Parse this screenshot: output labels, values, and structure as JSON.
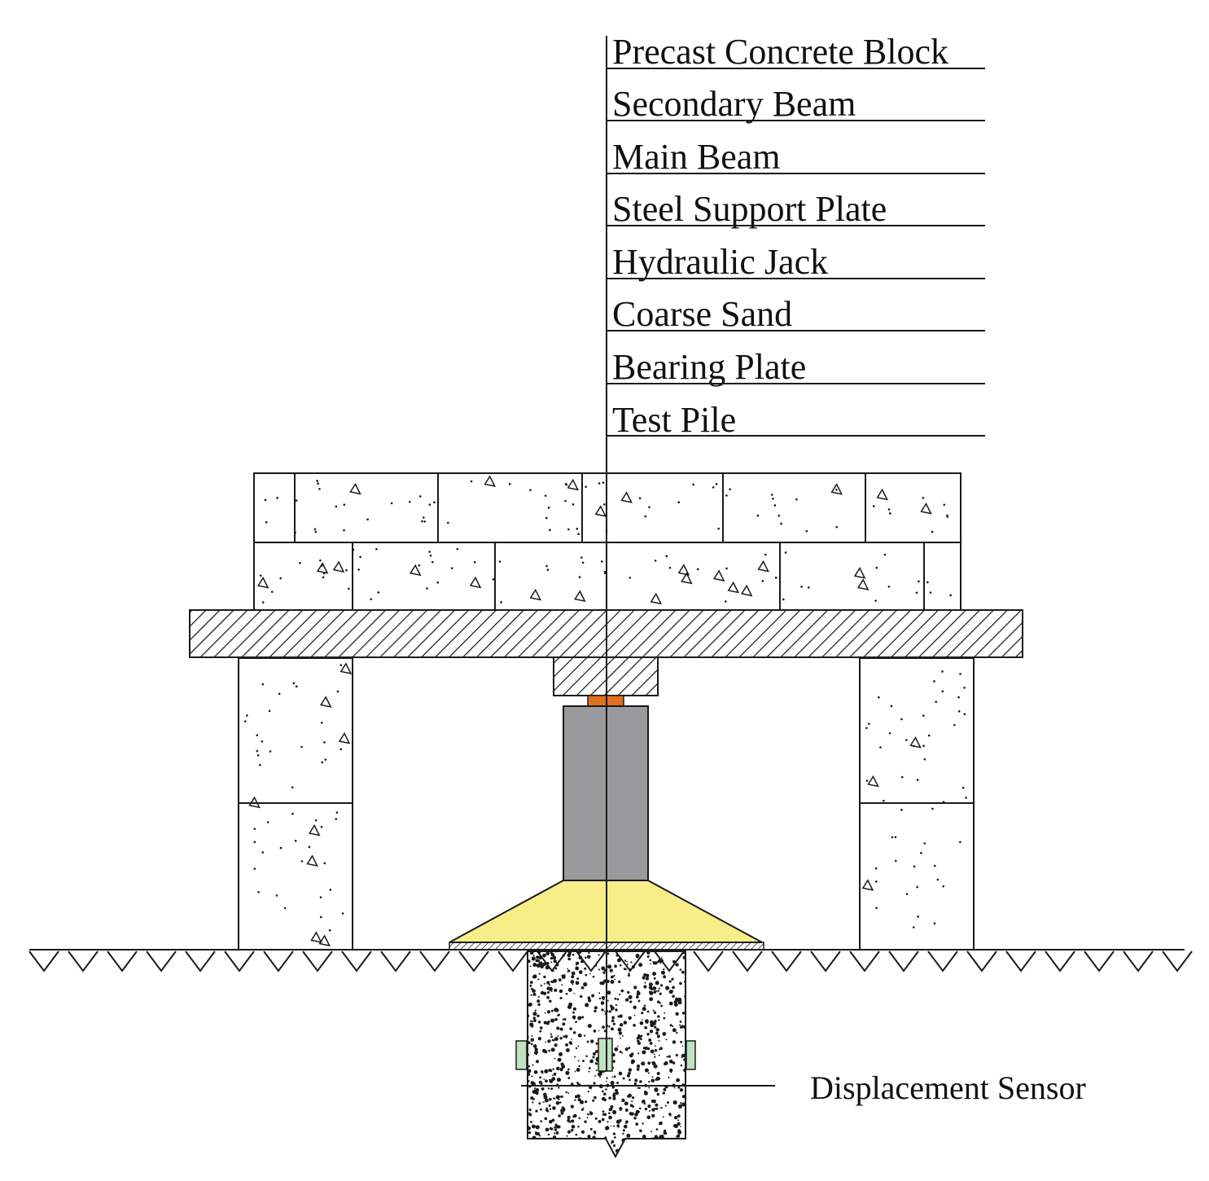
{
  "diagram": {
    "labels": [
      "Precast Concrete Block",
      "Secondary Beam",
      "Main Beam",
      "Steel Support Plate",
      "Hydraulic Jack",
      "Coarse Sand",
      "Bearing Plate",
      "Test Pile"
    ],
    "sensor_label": "Displacement Sensor",
    "colors": {
      "line": "#1a1a1a",
      "jack": "#9a9a9c",
      "support_plate": "#e0701f",
      "coarse_sand": "#f7ee8a",
      "sensor": "#bfe3c0",
      "background": "#ffffff"
    }
  }
}
